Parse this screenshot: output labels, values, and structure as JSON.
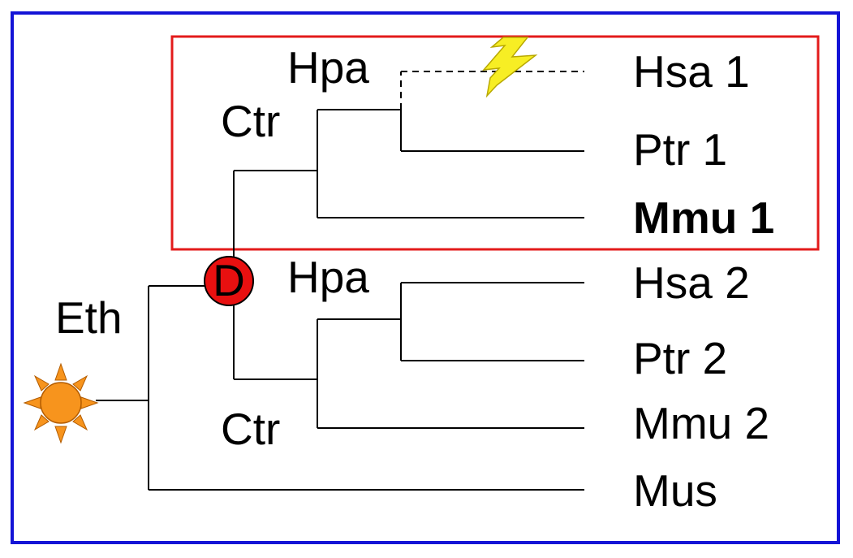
{
  "tree": {
    "root_label": "Eth",
    "duplication_node_label": "D",
    "clade1": {
      "outer_label": "Ctr",
      "inner_label": "Hpa",
      "leaves": [
        "Hsa 1",
        "Ptr 1",
        "Mmu 1"
      ]
    },
    "clade2": {
      "outer_label": "Ctr",
      "inner_label": "Hpa",
      "leaves": [
        "Hsa 2",
        "Ptr 2",
        "Mmu 2"
      ]
    },
    "outgroup": "Mus"
  },
  "colors": {
    "frame": "#1414d6",
    "highlight_box": "#e31b1b",
    "duplication_fill": "#e81010",
    "sun": "#f7941d",
    "lightning": "#f7ee24"
  },
  "icons": {
    "sun": "sun-icon",
    "lightning": "lightning-icon"
  }
}
